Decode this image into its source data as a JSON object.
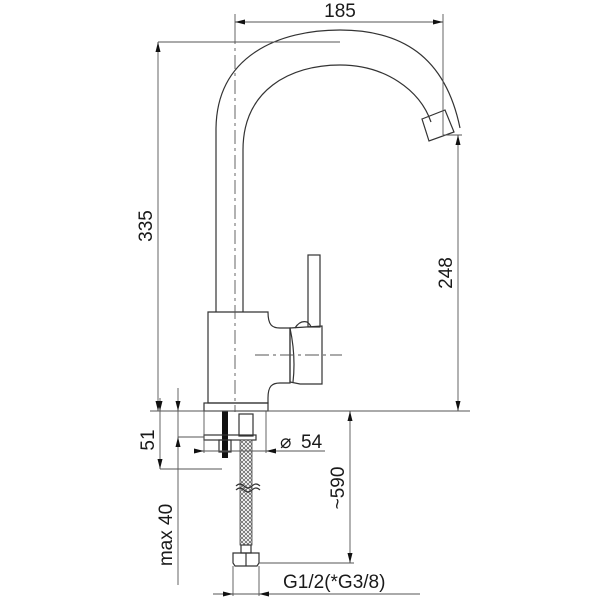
{
  "drawing": {
    "subject": "Kitchen faucet (mixer tap) technical dimension drawing",
    "dimensions": {
      "overall_reach": "185",
      "overall_height": "335",
      "spout_outlet_height": "248",
      "base_to_mount_height": "51",
      "max_counter_thickness": "max 40",
      "hole_diameter_symbol": "⌀",
      "hole_diameter": "54",
      "hose_length": "~590",
      "connection_thread": "G1/2(*G3/8)"
    },
    "colors": {
      "line": "#333333",
      "dimension_line": "#555555",
      "text": "#1a1a1a",
      "background": "#ffffff"
    }
  }
}
